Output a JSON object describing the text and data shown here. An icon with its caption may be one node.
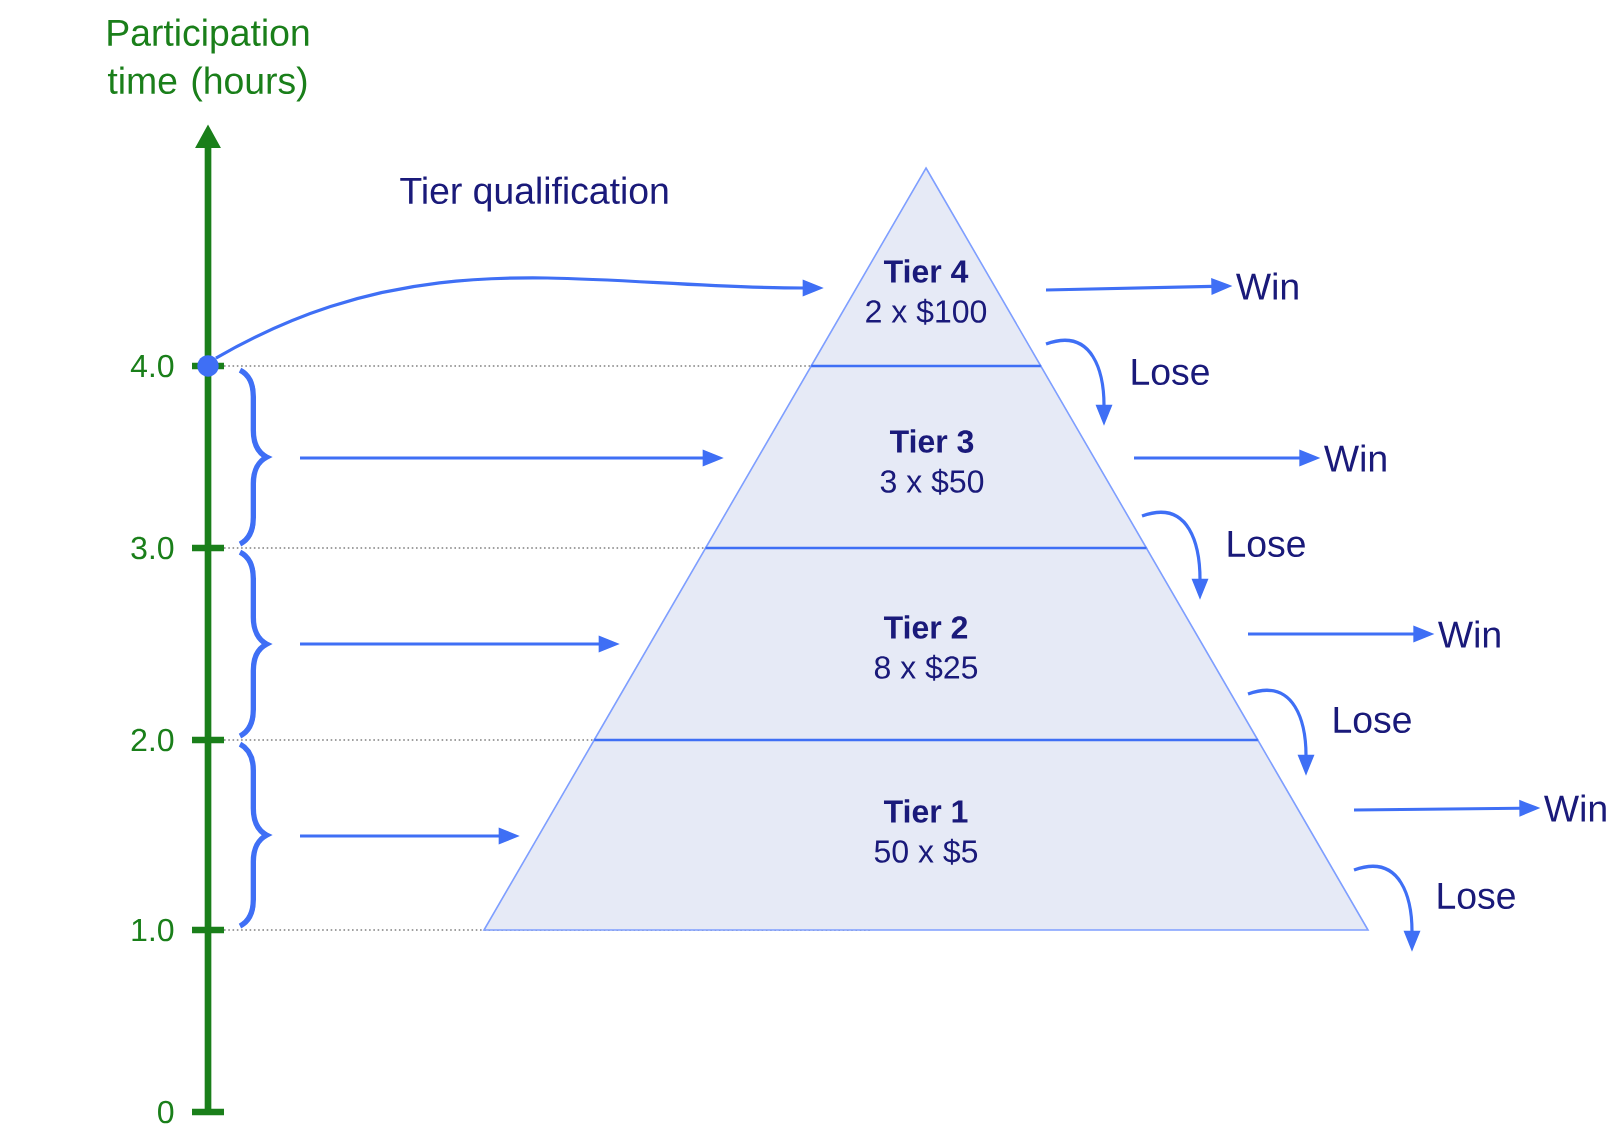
{
  "diagram": {
    "title": "Tier qualification",
    "nodes": [
      {
        "text": [
          "Tier 4",
          "2 x $100"
        ]
      },
      {
        "text": [
          "Tier 3",
          "3 x $50"
        ]
      },
      {
        "text": [
          "Tier 2",
          "8 x $25"
        ]
      },
      {
        "text": [
          "Tier 1",
          "50 x $5"
        ]
      },
      {
        "text": [
          "Win"
        ]
      },
      {
        "text": [
          "Win"
        ]
      },
      {
        "text": [
          "Win"
        ]
      },
      {
        "text": [
          "Win"
        ]
      },
      {
        "text": [],
        "shape": "circle"
      }
    ],
    "edges": [
      {
        "from": 8,
        "to": 0,
        "arrow": "to"
      },
      {
        "from": null,
        "to": 1,
        "arrow": "to"
      },
      {
        "from": null,
        "to": 2,
        "arrow": "to"
      },
      {
        "from": null,
        "to": 3,
        "arrow": "to"
      },
      {
        "from": 0,
        "to": 4,
        "arrow": "to"
      },
      {
        "from": 1,
        "to": 5,
        "arrow": "to"
      },
      {
        "from": 2,
        "to": 6,
        "arrow": "to"
      },
      {
        "from": 3,
        "to": 7,
        "arrow": "to"
      },
      {
        "from": 0,
        "to": 1,
        "arrow": "to",
        "label": "Lose"
      },
      {
        "from": 1,
        "to": 2,
        "arrow": "to",
        "label": "Lose"
      },
      {
        "from": 2,
        "to": 3,
        "arrow": "to",
        "label": "Lose"
      },
      {
        "from": 3,
        "to": null,
        "arrow": "to",
        "label": "Lose"
      }
    ],
    "labels": [
      "Participation time (hours)",
      "4.0",
      "3.0",
      "2.0",
      "1.0",
      "0"
    ]
  }
}
